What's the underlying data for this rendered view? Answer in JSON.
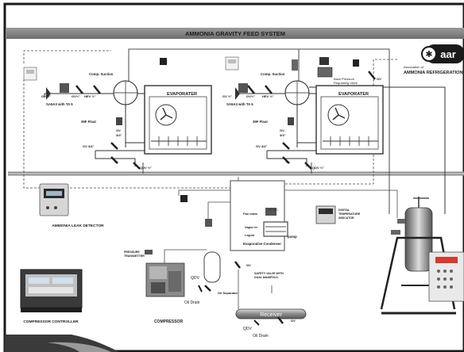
{
  "title": "AMMONIA GRAVITY FEED SYSTEM",
  "logo": {
    "mark": "aar",
    "line1": "Association of",
    "line2": "AMMONIA REFRIGERATION"
  },
  "units": [
    {
      "comp_suction": "Comp. Suction",
      "evaporator": "EVAPORATER",
      "valve_gv_half": "GV ½\"",
      "valve_gv_half_b": "GV½\"",
      "valve_hev_half": "HEV ½\"",
      "sasa": "SA5A3 with TA 5",
      "float": "39F Float",
      "gv_34": "GV",
      "gv_34_size": "3/4\"",
      "gv_34_b": "GV 3/4\"",
      "half_inch": "½\"",
      "qdv_half": "QDV ½\""
    },
    {
      "comp_suction": "Comp. Suction",
      "evaporator": "EVAPORATER",
      "valve_gv_half": "GV ½\"",
      "valve_gv_half_b": "GV½\"",
      "valve_hev_half": "HEV ½\"",
      "sasa": "SA5A3 with TA 5",
      "float": "39F Float",
      "gv_34": "GV",
      "gv_34_size": "3/4\"",
      "gv_34_b": "GV 3/4\"",
      "half_inch": "½\"",
      "qdv_half": "QDV ½\""
    }
  ],
  "bprv": {
    "line1": "Back Pressure",
    "line2": "Regulating Valve",
    "gv": "GV"
  },
  "leak_detector": "AMMONIA LEAK DETECTOR",
  "pressure_transmitter": {
    "line1": "PRESSURE",
    "line2": "TRANSMITTER"
  },
  "compressor_controller": "COMPRESSOR CONTROLLER",
  "compressor": "COMPRESSOR",
  "oil_separator": "Oil Separator",
  "qdv": "QDV",
  "oil_drain": "Oil Drain",
  "condenser": {
    "fan_motor": "Fan moto",
    "vapor_in": "Vapor In",
    "liquid": "Liquid",
    "pump": "pump",
    "pt100": "PT 100",
    "title": "Evaporative Condenser"
  },
  "gv": "GV",
  "safety_valve": {
    "line1": "SAFETY VALVE WITH",
    "line2": "DUAL MANIFOLD"
  },
  "receiver": "Receiver",
  "receiver_qdv": "QDV",
  "receiver_gv": "GV",
  "receiver_oil_drain": "Oil Drain",
  "temp_indicator": {
    "line1": "DIGITAL",
    "line2": "TEMPERATURE",
    "line3": "INDICATOR"
  }
}
